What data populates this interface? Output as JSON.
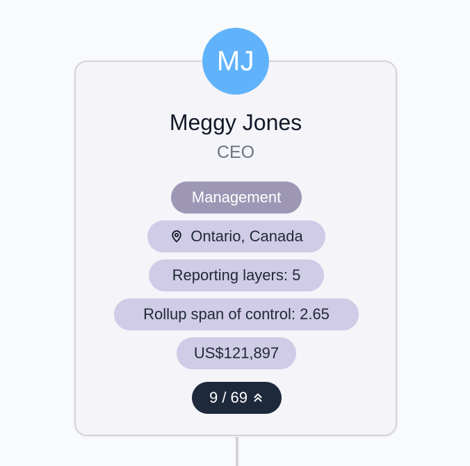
{
  "person": {
    "initials": "MJ",
    "name": "Meggy Jones",
    "title": "CEO"
  },
  "tags": {
    "department": "Management",
    "location": "Ontario, Canada",
    "reporting_layers": "Reporting layers: 5",
    "rollup_span": "Rollup span of control: 2.65",
    "salary": "US$121,897"
  },
  "counter": {
    "label": "9 / 69"
  },
  "icons": {
    "location": "map-pin-icon",
    "toggle": "chevron-up-icon"
  },
  "colors": {
    "avatar": "#60b3fb",
    "department_pill": "#9d97b5",
    "tag_pill": "#d0cbe6",
    "counter_pill": "#1e293b",
    "card_bg": "#f4f4f9"
  }
}
